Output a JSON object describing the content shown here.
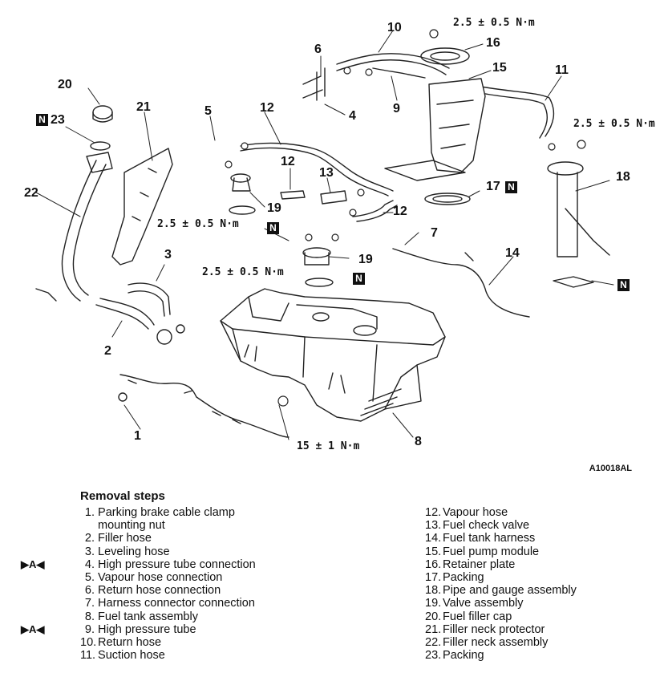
{
  "callouts": {
    "c1": "1",
    "c2": "2",
    "c3": "3",
    "c4": "4",
    "c5": "5",
    "c6": "6",
    "c7": "7",
    "c8": "8",
    "c9": "9",
    "c10": "10",
    "c11": "11",
    "c12a": "12",
    "c12b": "12",
    "c12c": "12",
    "c13": "13",
    "c14": "14",
    "c15": "15",
    "c16": "16",
    "c17": "17",
    "c18": "18",
    "c19a": "19",
    "c19b": "19",
    "c20": "20",
    "c21": "21",
    "c22": "22",
    "c23": "23"
  },
  "torques": {
    "t16": "2.5 ± 0.5 N·m",
    "t11": "2.5 ± 0.5 N·m",
    "t19a": "2.5 ± 0.5 N·m",
    "t19b": "2.5 ± 0.5 N·m",
    "t8": "15 ± 1 N·m"
  },
  "new_part_mark": "N",
  "figure_ref": "A10018AL",
  "removal_steps": {
    "title": "Removal steps",
    "marker": "▶A◀",
    "left": [
      {
        "num": "1.",
        "text": "Parking brake cable clamp",
        "cont": "mounting nut"
      },
      {
        "num": "2.",
        "text": "Filler hose"
      },
      {
        "num": "3.",
        "text": "Leveling hose"
      },
      {
        "num": "4.",
        "text": "High pressure tube connection",
        "marked": true
      },
      {
        "num": "5.",
        "text": "Vapour hose connection"
      },
      {
        "num": "6.",
        "text": "Return hose connection"
      },
      {
        "num": "7.",
        "text": "Harness connector connection"
      },
      {
        "num": "8.",
        "text": "Fuel tank assembly"
      },
      {
        "num": "9.",
        "text": "High pressure tube",
        "marked": true
      },
      {
        "num": "10.",
        "text": "Return hose"
      },
      {
        "num": "11.",
        "text": "Suction hose"
      }
    ],
    "right": [
      {
        "num": "12.",
        "text": "Vapour hose"
      },
      {
        "num": "13.",
        "text": "Fuel check valve"
      },
      {
        "num": "14.",
        "text": "Fuel tank harness"
      },
      {
        "num": "15.",
        "text": "Fuel pump module"
      },
      {
        "num": "16.",
        "text": "Retainer plate"
      },
      {
        "num": "17.",
        "text": "Packing"
      },
      {
        "num": "18.",
        "text": "Pipe and gauge assembly"
      },
      {
        "num": "19.",
        "text": "Valve assembly"
      },
      {
        "num": "20.",
        "text": "Fuel filler cap"
      },
      {
        "num": "21.",
        "text": "Filler neck protector"
      },
      {
        "num": "22.",
        "text": "Filler neck assembly"
      },
      {
        "num": "23.",
        "text": "Packing"
      }
    ]
  }
}
